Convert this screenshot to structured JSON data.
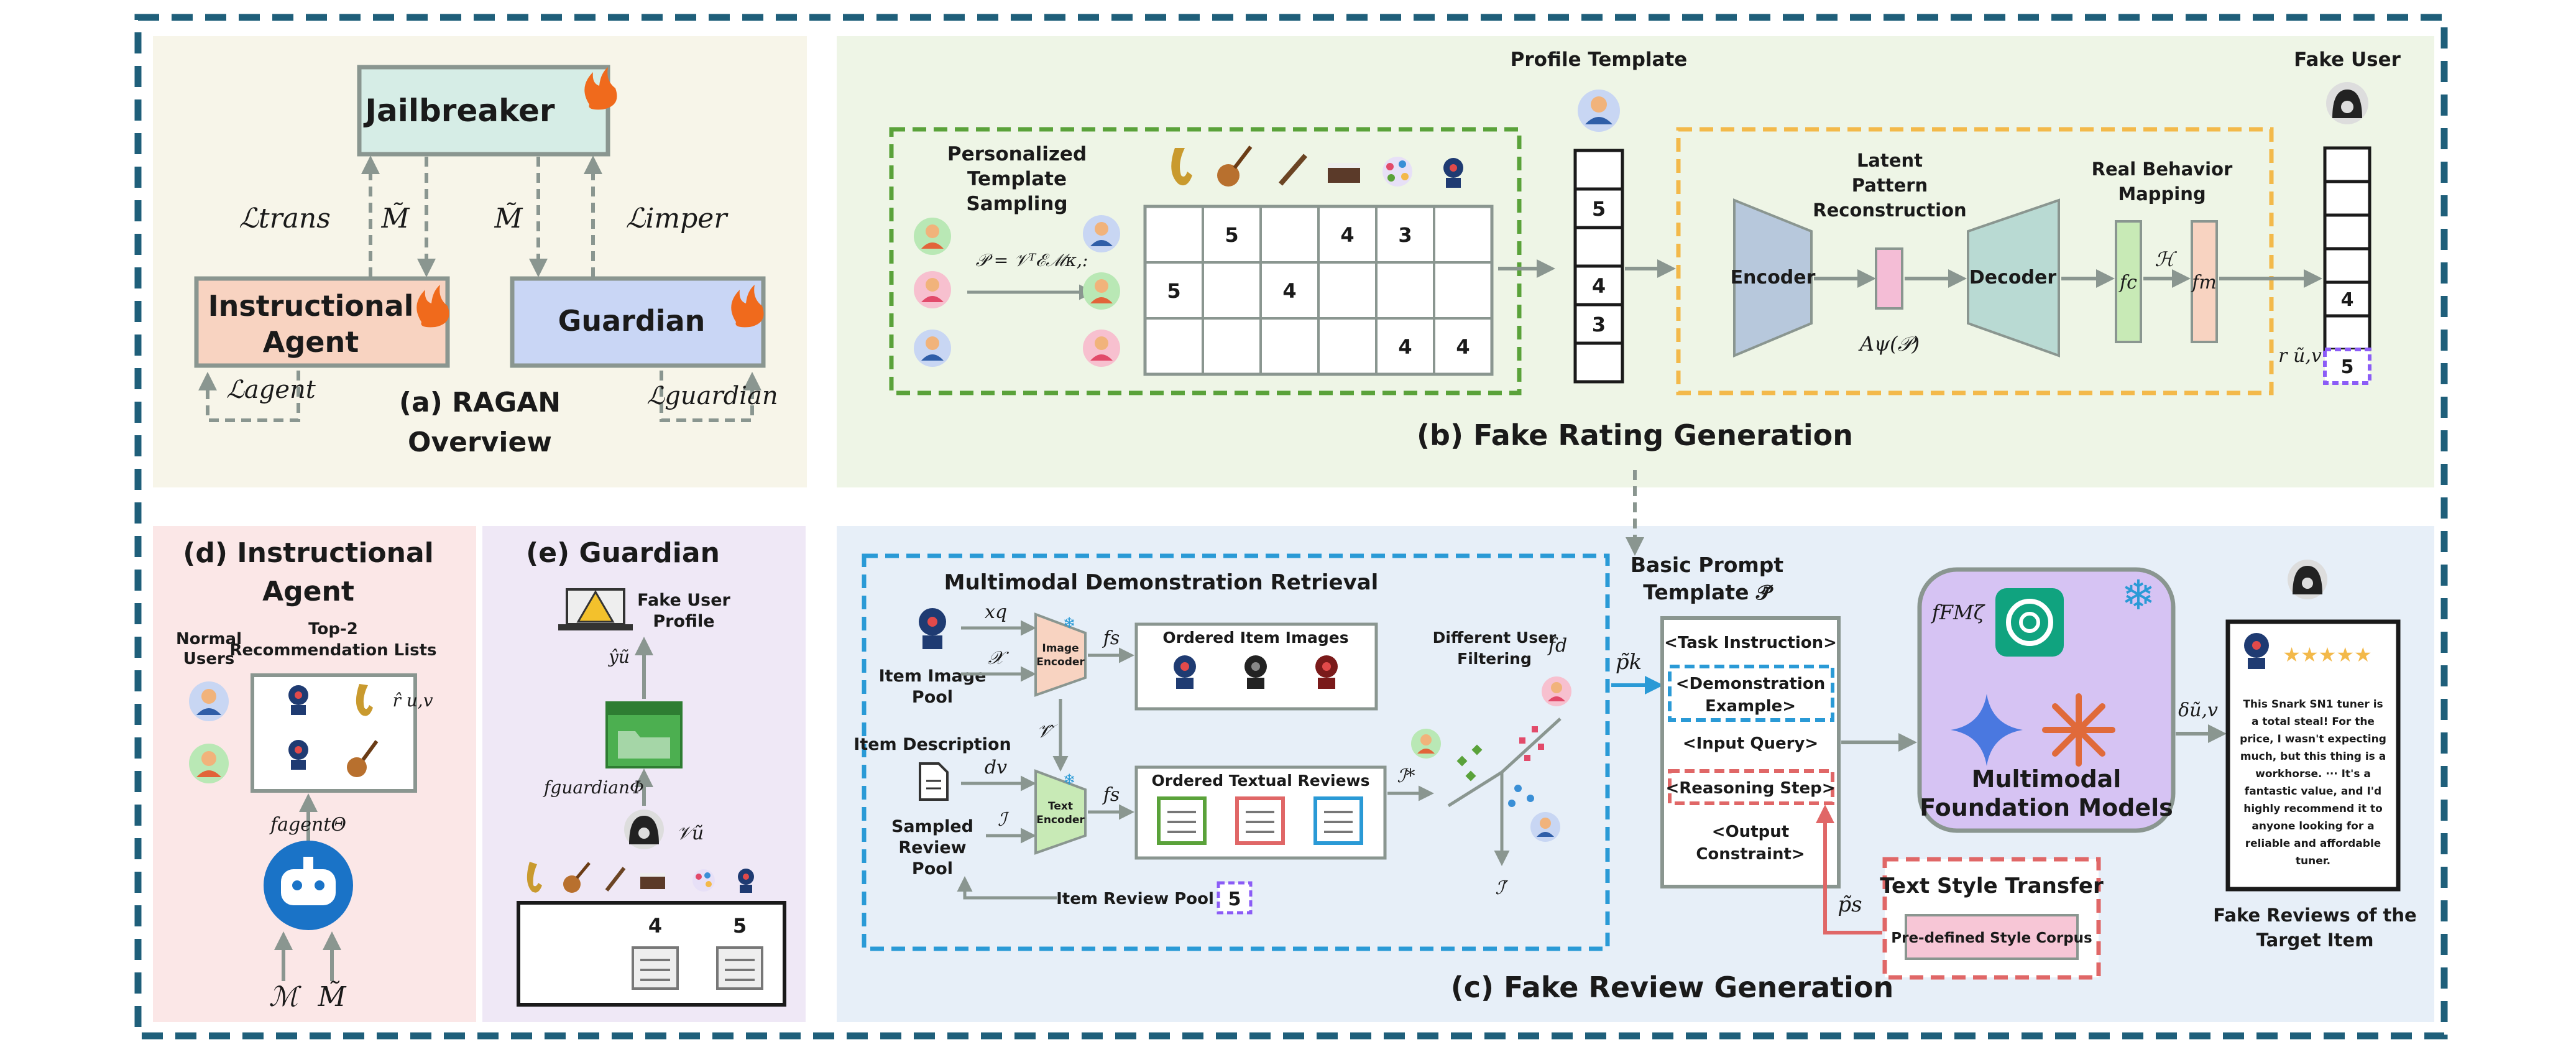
{
  "panels": {
    "a": {
      "label": "(a) RAGAN",
      "label2": "Overview"
    },
    "b": {
      "label": "(b) Fake Rating Generation"
    },
    "c": {
      "label": "(c) Fake Review Generation"
    },
    "d": {
      "label": "(d) Instructional",
      "label2": "Agent"
    },
    "e": {
      "label": "(e) Guardian"
    }
  },
  "overview": {
    "jailbreaker": "Jailbreaker",
    "agent_l1": "Instructional",
    "agent_l2": "Agent",
    "guardian": "Guardian",
    "l_trans": "ℒtrans",
    "l_imper": "ℒimper",
    "l_agent": "ℒagent",
    "l_guardian": "ℒguardian",
    "m_tilde_1": "M̃",
    "m_tilde_2": "M̃"
  },
  "rating": {
    "sampling_title_1": "Personalized",
    "sampling_title_2": "Template",
    "sampling_title_3": "Sampling",
    "sampling_formula": "𝒫 = 𝒱ᵀℰℳκ,:",
    "matrix_rows": [
      [
        "",
        "5",
        "",
        "4",
        "3",
        ""
      ],
      [
        "5",
        "",
        "4",
        "",
        "",
        ""
      ],
      [
        "",
        "",
        "",
        "",
        "4",
        "4"
      ]
    ],
    "profile_template": "Profile Template",
    "profile_column": [
      "",
      "5",
      "",
      "4",
      "3",
      ""
    ],
    "latent_1": "Latent",
    "latent_2": "Pattern",
    "latent_3": "Reconstruction",
    "encoder": "Encoder",
    "decoder": "Decoder",
    "a_psi": "Aψ(𝒫)",
    "real_behavior_1": "Real Behavior",
    "real_behavior_2": "Mapping",
    "f_c": "fc",
    "h": "ℋ",
    "f_m": "fm",
    "fake_user": "Fake User",
    "fake_user_column": [
      "",
      "",
      "",
      "",
      "4",
      "",
      "5"
    ],
    "r_label": "r ũ,v"
  },
  "review": {
    "mdr_title": "Multimodal Demonstration Retrieval",
    "item_image_pool_1": "Item Image",
    "item_image_pool_2": "Pool",
    "xq": "xq",
    "x_set": "𝒳",
    "image_encoder_1": "Image",
    "image_encoder_2": "Encoder",
    "fs_1": "fs",
    "fs_2": "fs",
    "ordered_item_images": "Ordered Item Images",
    "v_hat": "𝒱̂",
    "item_description": "Item Description",
    "dv": "dv",
    "i_set": "ℐ",
    "sampled_review_pool_1": "Sampled",
    "sampled_review_pool_2": "Review",
    "sampled_review_pool_3": "Pool",
    "text_encoder_1": "Text",
    "text_encoder_2": "Encoder",
    "ordered_textual_reviews": "Ordered Textual Reviews",
    "i_star": "ℐ*",
    "item_review_pool": "Item Review Pool",
    "pool_rating": "5",
    "diff_user_1": "Different User",
    "diff_user_2": "Filtering",
    "fd": "fd",
    "i_prime": "ℐ′",
    "pk": "p̃k",
    "prompt_title_1": "Basic Prompt",
    "prompt_title_2": "Template 𝒫̃",
    "prompt_items": [
      "<Task Instruction>",
      "<Demonstration",
      "Example>",
      "<Input Query>",
      "<Reasoning Step>",
      "<Output",
      "Constraint>"
    ],
    "ps": "p̃s",
    "style_transfer": "Text Style Transfer",
    "style_corpus": "Pre-defined Style Corpus",
    "ffm": "fFMζ",
    "mfm_1": "Multimodal",
    "mfm_2": "Foundation Models",
    "delta": "δũ,v",
    "stars": "★★★★★",
    "review_text": [
      "This Snark SN1 tuner is",
      "a total steal! For the",
      "price, I wasn't expecting",
      "much, but this thing is a",
      "workhorse.   ···   It's a",
      "fantastic value, and I'd",
      "highly recommend it to",
      "anyone looking for a",
      "reliable and affordable",
      "tuner."
    ],
    "fake_reviews_1": "Fake Reviews of the",
    "fake_reviews_2": "Target Item"
  },
  "agent": {
    "normal_users_1": "Normal",
    "normal_users_2": "Users",
    "top2_1": "Top-2",
    "top2_2": "Recommendation Lists",
    "r_hat": "r̂ u,v",
    "f_agent": "fagentΘ",
    "m": "ℳ",
    "m_tilde": "M̃"
  },
  "guardian": {
    "fake_profile_1": "Fake User",
    "fake_profile_2": "Profile",
    "y_hat": "ŷũ",
    "f_guardian": "fguardianΦ",
    "v_u": "𝒱ũ",
    "ratings": [
      "4",
      "5"
    ]
  },
  "colors": {
    "frame": "#1f5f7a",
    "green_dash": "#5aa23a",
    "orange_dash": "#f3b94a",
    "blue_dash": "#2a9ad6",
    "red_dash": "#e06767",
    "purple": "#d6c3f3",
    "encoder_blue": "#b7c8dc",
    "jailbreaker": "#d6ede6",
    "agent": "#f8d3c1",
    "guardian": "#c9d6f5"
  }
}
